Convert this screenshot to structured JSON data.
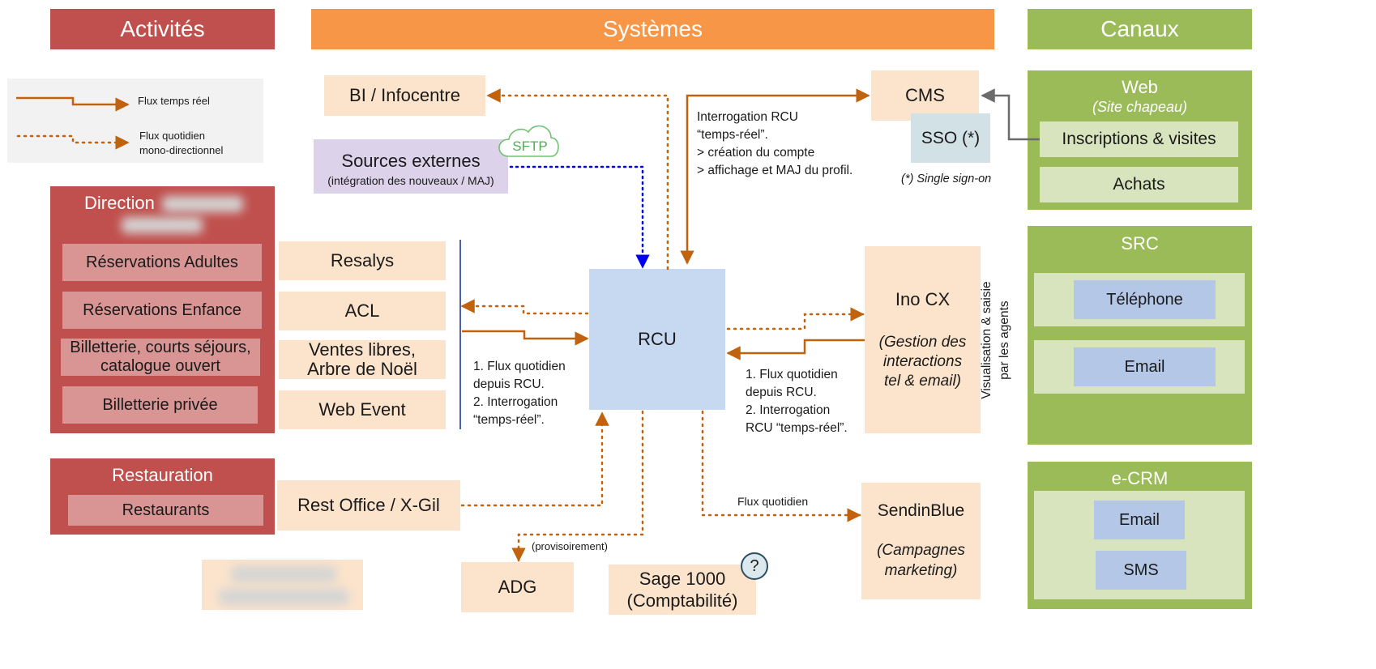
{
  "headers": {
    "activites": "Activités",
    "systemes": "Systèmes",
    "canaux": "Canaux"
  },
  "legend": {
    "realtime": "Flux temps réel",
    "daily_line1": "Flux quotidien",
    "daily_line2": "mono-directionnel"
  },
  "activities": {
    "direction_title": "Direction",
    "direction_items": [
      "Réservations Adultes",
      "Réservations Enfance",
      "Billetterie, courts séjours, catalogue ouvert",
      "Billetterie privée"
    ],
    "restauration_title": "Restauration",
    "restauration_items": [
      "Restaurants"
    ]
  },
  "systems": {
    "bi": "BI / Infocentre",
    "sources_title": "Sources externes",
    "sources_sub": "(intégration des nouveaux / MAJ)",
    "sftp": "SFTP",
    "resalys": "Resalys",
    "acl": "ACL",
    "ventes_line1": "Ventes libres,",
    "ventes_line2": "Arbre de Noël",
    "webevent": "Web Event",
    "rcu": "RCU",
    "cms": "CMS",
    "sso": "SSO (*)",
    "sso_note": "(*) Single sign-on",
    "ino_title": "Ino CX",
    "ino_sub_line1": "(Gestion des",
    "ino_sub_line2": "interactions",
    "ino_sub_line3": "tel & email)",
    "restoffice": "Rest Office / X-Gil",
    "adg": "ADG",
    "sage_line1": "Sage 1000",
    "sage_line2": "(Comptabilité)",
    "question": "?",
    "sendinblue_title": "SendinBlue",
    "sendinblue_sub_line1": "(Campagnes",
    "sendinblue_sub_line2": "marketing)"
  },
  "notes": {
    "cms_lines": [
      "Interrogation RCU",
      "“temps-réel”.",
      "> création du compte",
      "> affichage et MAJ du profil."
    ],
    "left_lines": [
      "1. Flux quotidien",
      "depuis RCU.",
      "2. Interrogation",
      "“temps-réel”."
    ],
    "right_lines": [
      "1. Flux quotidien",
      "depuis RCU.",
      "2. Interrogation",
      "RCU “temps-réel”."
    ],
    "flux_quotidien": "Flux quotidien",
    "provisoirement": "(provisoirement)",
    "visualisation_line1": "Visualisation & saisie",
    "visualisation_line2": "par les agents"
  },
  "channels": {
    "web_title": "Web",
    "web_sub": "(Site chapeau)",
    "web_items": [
      "Inscriptions & visites",
      "Achats"
    ],
    "src_title": "SRC",
    "src_items": [
      "Téléphone",
      "Email"
    ],
    "ecrm_title": "e-CRM",
    "ecrm_items": [
      "Email",
      "SMS"
    ]
  },
  "colors": {
    "activites": "#c0504d",
    "systemes": "#f79646",
    "canaux": "#9bbb59",
    "flow": "#c0620e",
    "sftp_flow": "#0000ee"
  }
}
